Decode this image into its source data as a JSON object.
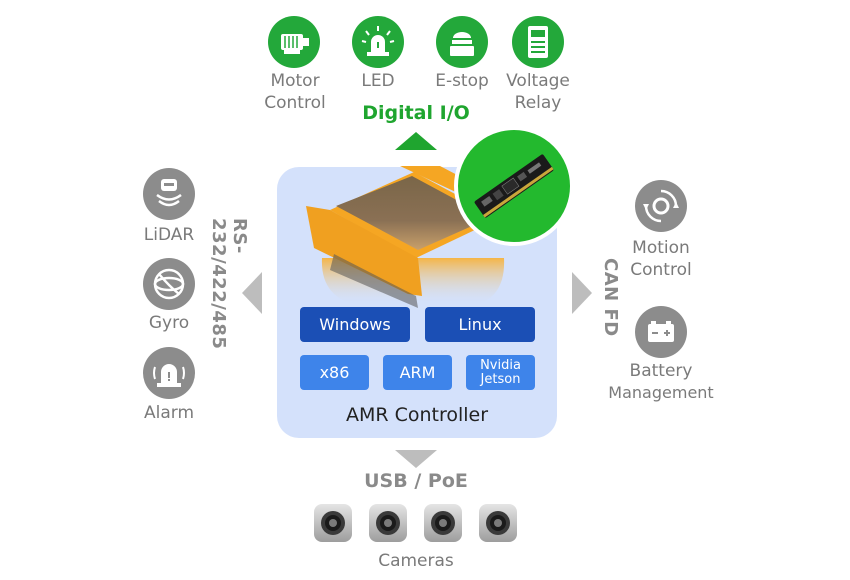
{
  "top_devices": [
    {
      "icon": "motor-icon",
      "label_line1": "Motor",
      "label_line2": "Control"
    },
    {
      "icon": "led-icon",
      "label_line1": "LED",
      "label_line2": ""
    },
    {
      "icon": "estop-icon",
      "label_line1": "E-stop",
      "label_line2": ""
    },
    {
      "icon": "voltage-relay-icon",
      "label_line1": "Voltage",
      "label_line2": "Relay"
    }
  ],
  "digital_io_label": "Digital I/O",
  "left_devices": [
    {
      "icon": "lidar-icon",
      "label": "LiDAR"
    },
    {
      "icon": "gyro-icon",
      "label": "Gyro"
    },
    {
      "icon": "alarm-icon",
      "label": "Alarm"
    }
  ],
  "left_bus_label": "RS-232/422/485",
  "right_bus_label": "CAN FD",
  "right_devices": [
    {
      "icon": "motion-control-icon",
      "label_line1": "Motion",
      "label_line2": "Control"
    },
    {
      "icon": "battery-icon",
      "label_line1": "Battery",
      "label_line2": "Management"
    }
  ],
  "os_labels": [
    "Windows",
    "Linux"
  ],
  "platform_labels": [
    "x86",
    "ARM",
    "Nvidia Jetson"
  ],
  "controller_label": "AMR Controller",
  "bottom_bus_label": "USB / PoE",
  "cameras_label": "Cameras",
  "colors": {
    "green": "#23a83a",
    "gray": "#8c8c8c",
    "panel": "#d4e1fb",
    "dark_blue": "#1b4fb5",
    "mid_blue": "#3e84ea"
  }
}
